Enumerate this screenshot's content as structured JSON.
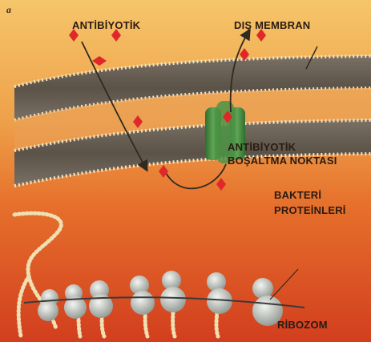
{
  "panel_letter": "a",
  "labels": {
    "antibiotic": "ANTİBİYOTİK",
    "outer_membrane": "DIŞ MEMBRAN",
    "efflux_line1": "ANTİBİYOTİK",
    "efflux_line2": "BOŞALTMA NOKTASI",
    "bacterial_proteins_line1": "BAKTERİ",
    "bacterial_proteins_line2": "PROTEİNLERİ",
    "ribosome": "RİBOZOM"
  },
  "colors": {
    "background_top": "#f2b35a",
    "background_mid": "#ea7a2e",
    "background_bottom": "#d5411f",
    "membrane": "#6f6458",
    "lipid_head": "#f0e6c8",
    "efflux_pump": "#3f8a3a",
    "antibiotic": "#e0282a",
    "ribosome": "#c9cdc8",
    "peptide_chain": "#efe0b4"
  }
}
